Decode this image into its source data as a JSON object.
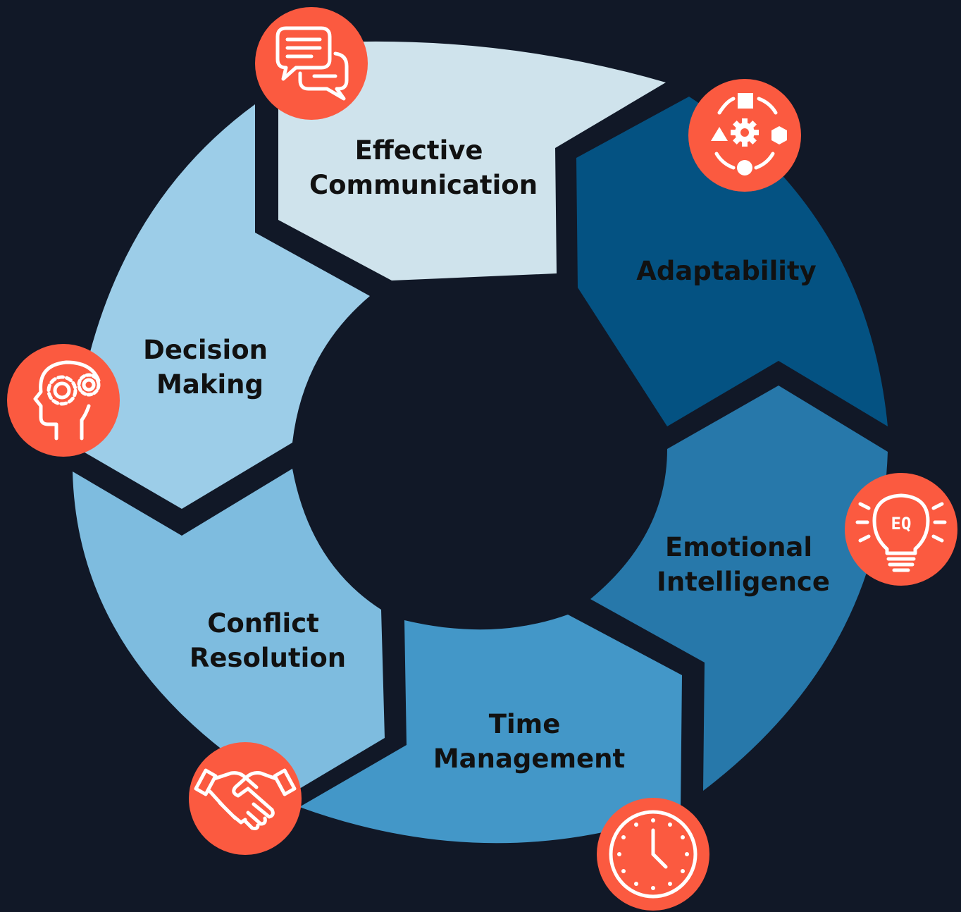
{
  "diagram": {
    "segments": [
      {
        "key": "effective-communication",
        "line1": "Effective",
        "line2": "Communication",
        "color": "#CFE3EC",
        "icon": "chat-bubbles-icon"
      },
      {
        "key": "adaptability",
        "line1": "Adaptability",
        "line2": "",
        "color": "#045282",
        "icon": "cycle-shapes-gear-icon"
      },
      {
        "key": "emotional-intelligence",
        "line1": "Emotional",
        "line2": "Intelligence",
        "color": "#2778AA",
        "icon": "eq-lightbulb-icon"
      },
      {
        "key": "time-management",
        "line1": "Time",
        "line2": "Management",
        "color": "#4397C8",
        "icon": "clock-icon"
      },
      {
        "key": "conflict-resolution",
        "line1": "Conflict",
        "line2": "Resolution",
        "color": "#7EBCDF",
        "icon": "handshake-icon"
      },
      {
        "key": "decision-making",
        "line1": "Decision",
        "line2": "Making",
        "color": "#9CCDE8",
        "icon": "head-gears-icon"
      }
    ],
    "icon_text_eq": "EQ",
    "colors": {
      "background": "#111827",
      "icon_circle": "#FB5A40",
      "label_text": "#111111"
    }
  }
}
